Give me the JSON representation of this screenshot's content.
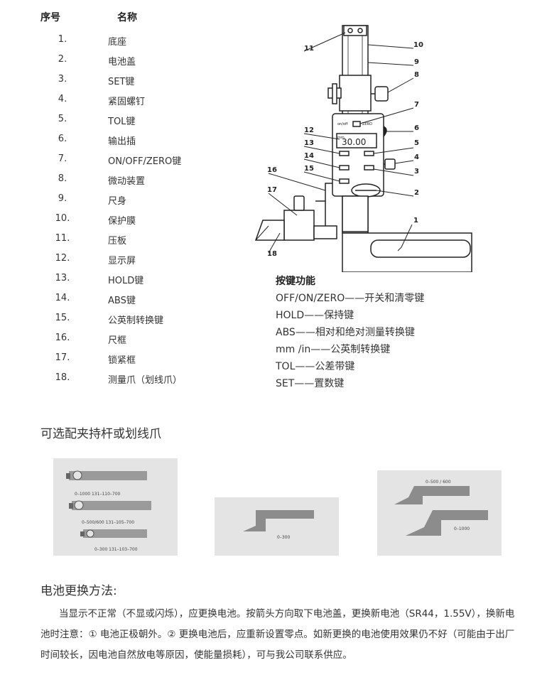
{
  "parts": {
    "header_num": "序号",
    "header_name": "名称",
    "items": [
      {
        "num": "1.",
        "name": "底座"
      },
      {
        "num": "2.",
        "name": "电池盖"
      },
      {
        "num": "3.",
        "name": "SET键"
      },
      {
        "num": "4.",
        "name": "紧固螺钉"
      },
      {
        "num": "5.",
        "name": "TOL键"
      },
      {
        "num": "6.",
        "name": "输出插"
      },
      {
        "num": "7.",
        "name": "ON/OFF/ZERO键"
      },
      {
        "num": "8.",
        "name": "微动装置"
      },
      {
        "num": "9.",
        "name": "尺身"
      },
      {
        "num": "10.",
        "name": "保护膜"
      },
      {
        "num": "11.",
        "name": "压板"
      },
      {
        "num": "12.",
        "name": "显示屏"
      },
      {
        "num": "13.",
        "name": "HOLD键"
      },
      {
        "num": "14.",
        "name": "ABS键"
      },
      {
        "num": "15.",
        "name": "公英制转换键"
      },
      {
        "num": "16.",
        "name": "尺框"
      },
      {
        "num": "17.",
        "name": "锁紧框"
      },
      {
        "num": "18.",
        "name": "测量爪（划线爪）"
      }
    ]
  },
  "diagram": {
    "display_value": "30.00",
    "display_small": "mm",
    "button_labels": [
      "on/off",
      "ZERO"
    ],
    "callouts": [
      "1",
      "2",
      "3",
      "4",
      "5",
      "6",
      "7",
      "8",
      "9",
      "10",
      "11",
      "12",
      "13",
      "14",
      "15",
      "16",
      "17",
      "18"
    ]
  },
  "key_functions": {
    "title": "按键功能",
    "lines": [
      "OFF/ON/ZERO——开关和清零键",
      "HOLD——保持键",
      "ABS——相对和绝对测量转换键",
      "mm /in——公英制转换键",
      "TOL——公差带键",
      "SET——置数键"
    ]
  },
  "optional_section": {
    "title": "可选配夹持杆或划线爪",
    "photo1_labels": [
      "0–1000   131–110–700",
      "0–500/600   131–105–700",
      "0–300   131–103–700"
    ],
    "photo2_label": "0–300",
    "photo3_labels": [
      "0–500 / 600",
      "0–1000"
    ]
  },
  "battery_section": {
    "title": "电池更换方法:",
    "paragraph": "当显示不正常（不显或闪烁），应更换电池。按箭头方向取下电池盖，更换新电池（SR44，1.55V），换新电池时注意：① 电池正极朝外。② 更换电池后，应重新设置零点。如新更换的电池使用效果仍不好（可能由于出厂时间较长，因电池自然放电等原因，使能量损耗），可与我公司联系供应。"
  }
}
